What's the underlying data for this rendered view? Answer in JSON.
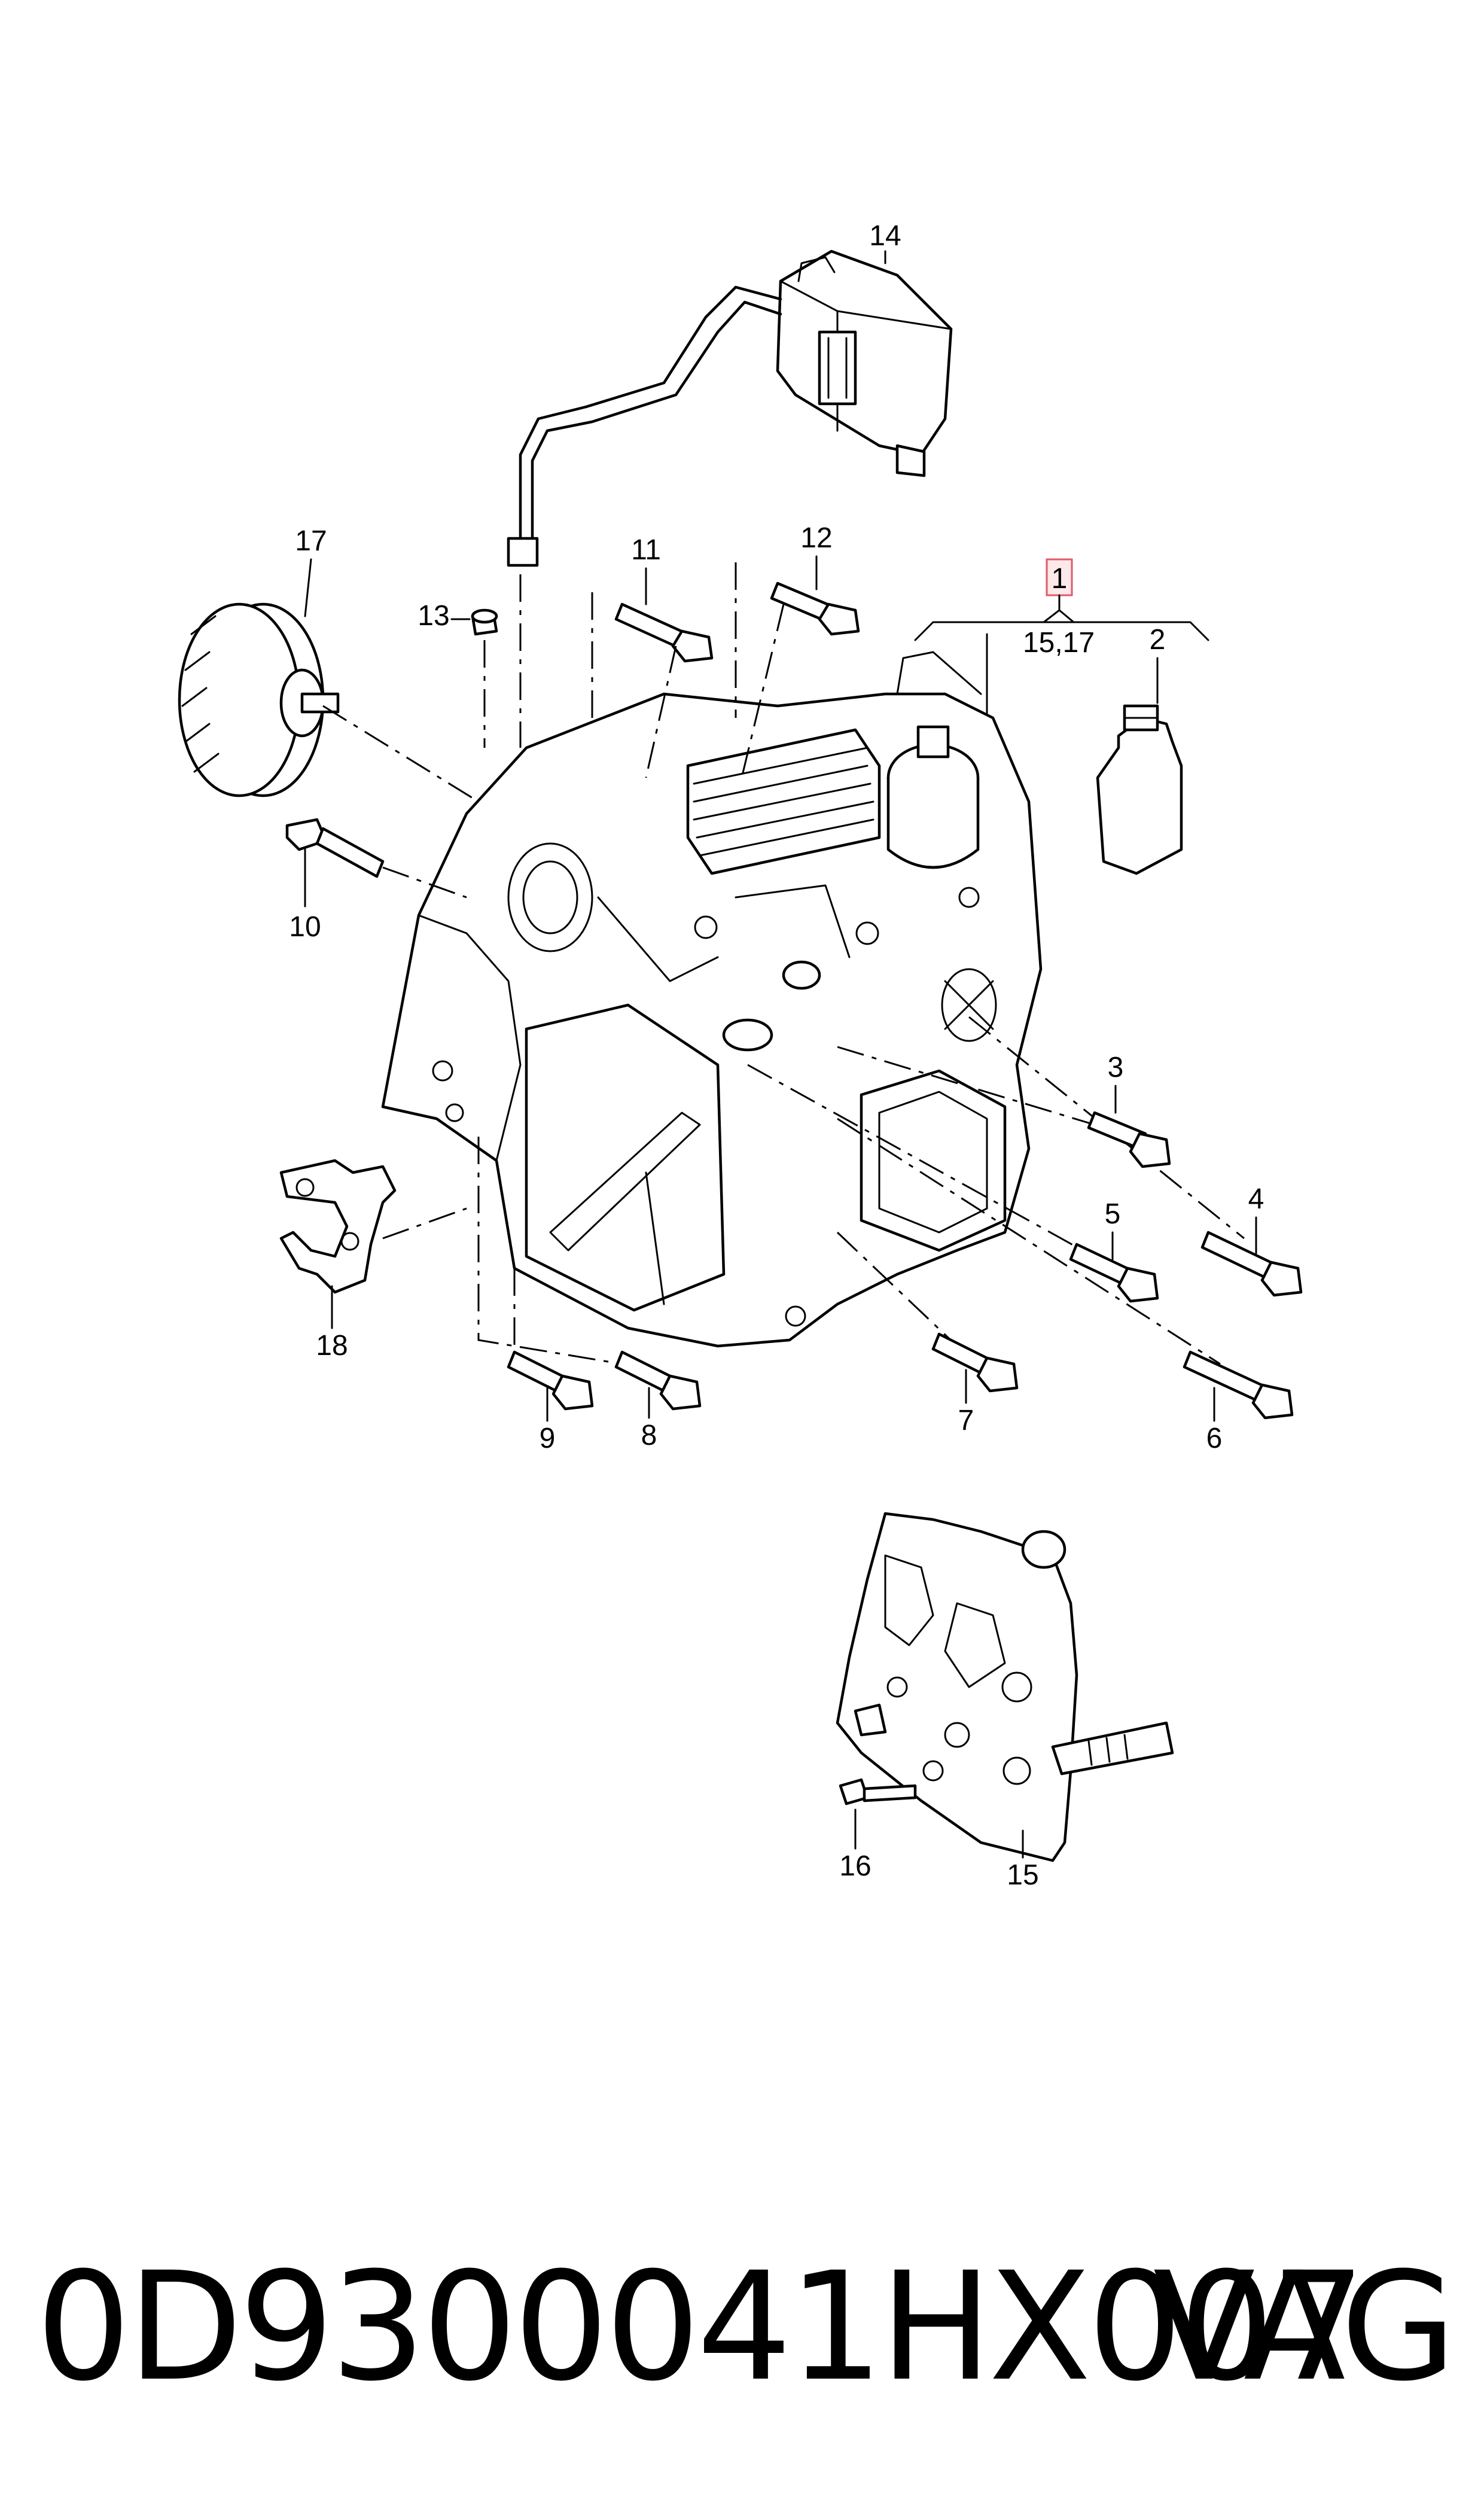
{
  "callouts": {
    "c1": "1",
    "c1_sub": "15,17",
    "c2": "2",
    "c3": "3",
    "c4": "4",
    "c5": "5",
    "c6": "6",
    "c7": "7",
    "c8": "8",
    "c9": "9",
    "c10": "10",
    "c11": "11",
    "c12": "12",
    "c13": "13",
    "c14": "14",
    "c15": "15",
    "c16": "16",
    "c17": "17",
    "c18": "18"
  },
  "footer": {
    "part_number": "0D9300041HX007",
    "brand": "VAG"
  },
  "colors": {
    "highlight_box": "#e05a6a",
    "highlight_fill": "#fde8ea"
  }
}
